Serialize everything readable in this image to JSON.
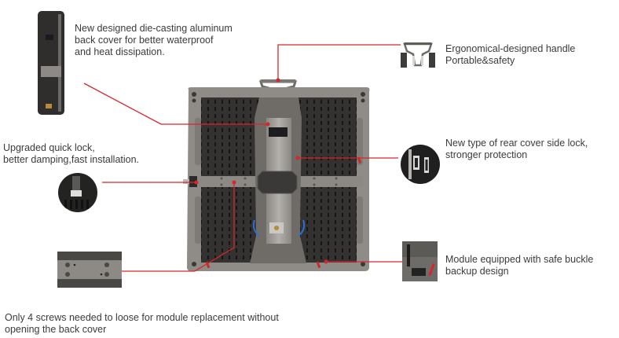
{
  "callouts": {
    "back_cover": {
      "lines": [
        "New designed die-casting  aluminum",
        "back cover for better waterproof",
        "and heat dissipation."
      ],
      "icon": "cabinet-side-profile"
    },
    "handle": {
      "lines": [
        "Ergonomical-designed handle",
        "Portable&safety"
      ],
      "icon": "handle"
    },
    "quick_lock": {
      "lines": [
        "Upgraded quick lock,",
        "better damping,fast installation."
      ],
      "icon": "quick-lock"
    },
    "side_lock": {
      "lines": [
        "New type of rear cover side lock,",
        "stronger protection"
      ],
      "icon": "side-lock"
    },
    "module_buckle": {
      "lines": [
        "Module equipped with safe buckle",
        "backup design"
      ],
      "icon": "safe-buckle"
    },
    "screws": {
      "lines": [
        "Only 4 screws needed to loose for module replacement without",
        "opening the back cover"
      ],
      "icon": "screw-plate"
    }
  },
  "colors": {
    "leader_line": "#d6262c",
    "cabinet_frame": "#8f8b86",
    "cabinet_dark": "#2e2d2c",
    "cover": "#a9a6a2",
    "text": "#3b3b3b"
  }
}
